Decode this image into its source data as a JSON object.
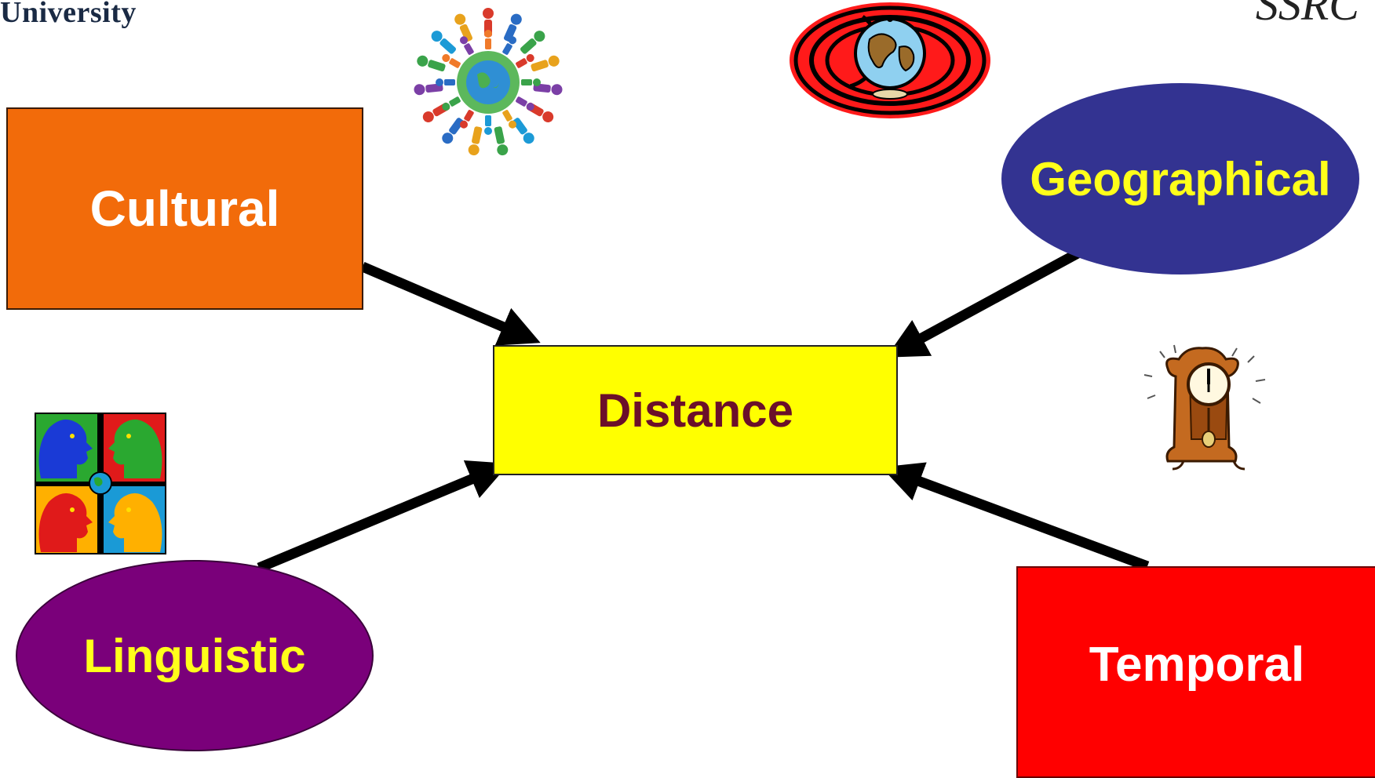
{
  "header": {
    "logo_text": "University",
    "corner_text": "SSRC"
  },
  "diagram": {
    "center": "Distance",
    "nodes": {
      "cultural": "Cultural",
      "geographical": "Geographical",
      "linguistic": "Linguistic",
      "temporal": "Temporal"
    }
  },
  "colors": {
    "cultural": "#f26b0a",
    "distance": "#ffff00",
    "geographical": "#333391",
    "linguistic": "#7a007a",
    "temporal": "#ff0000",
    "arrow": "#000000"
  },
  "icons": {
    "top_center": "people-around-globe-icon",
    "top_right": "globe-target-icon",
    "left": "talking-heads-icon",
    "right": "grandfather-clock-icon"
  }
}
